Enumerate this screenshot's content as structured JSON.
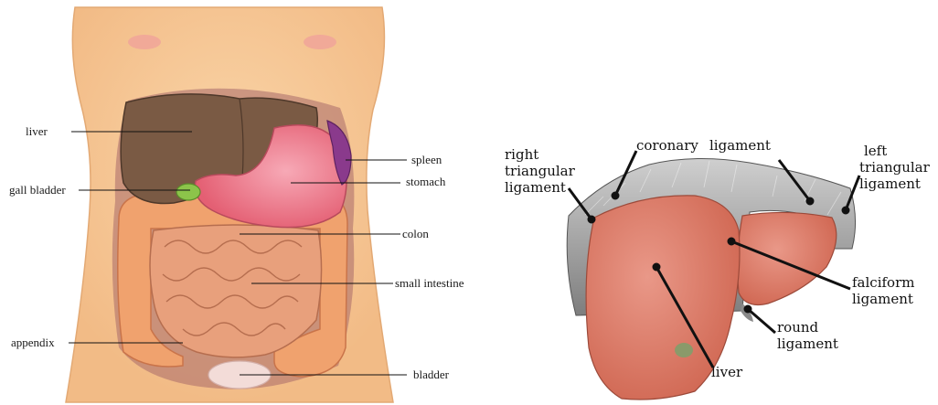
{
  "left_panel": {
    "labels": {
      "liver": "liver",
      "gall_bladder": "gall bladder",
      "appendix": "appendix",
      "spleen": "spleen",
      "stomach": "stomach",
      "colon": "colon",
      "small_intestine": "small intestine",
      "bladder": "bladder"
    }
  },
  "right_panel": {
    "labels": {
      "right_tri_1": "right",
      "right_tri_2": "triangular",
      "right_tri_3": "ligament",
      "coronary_1": "coronary",
      "coronary_2": "ligament",
      "left_tri_1": "left",
      "left_tri_2": "triangular",
      "left_tri_3": "ligament",
      "falciform_1": "falciform",
      "falciform_2": "ligament",
      "round_1": "round",
      "round_2": "ligament",
      "liver": "liver"
    }
  },
  "colors": {
    "skin": "#f7c994",
    "liver_brown": "#7a5a44",
    "stomach_pink": "#ee7a8a",
    "spleen_purple": "#8a3a8c",
    "gall_green": "#8cc44a",
    "intestine": "#e8a07c",
    "colon": "#f0a26e",
    "bladder": "#f3dcd8",
    "liver_red": "#d97a66",
    "ligament_gray": "#9a9a9a"
  }
}
